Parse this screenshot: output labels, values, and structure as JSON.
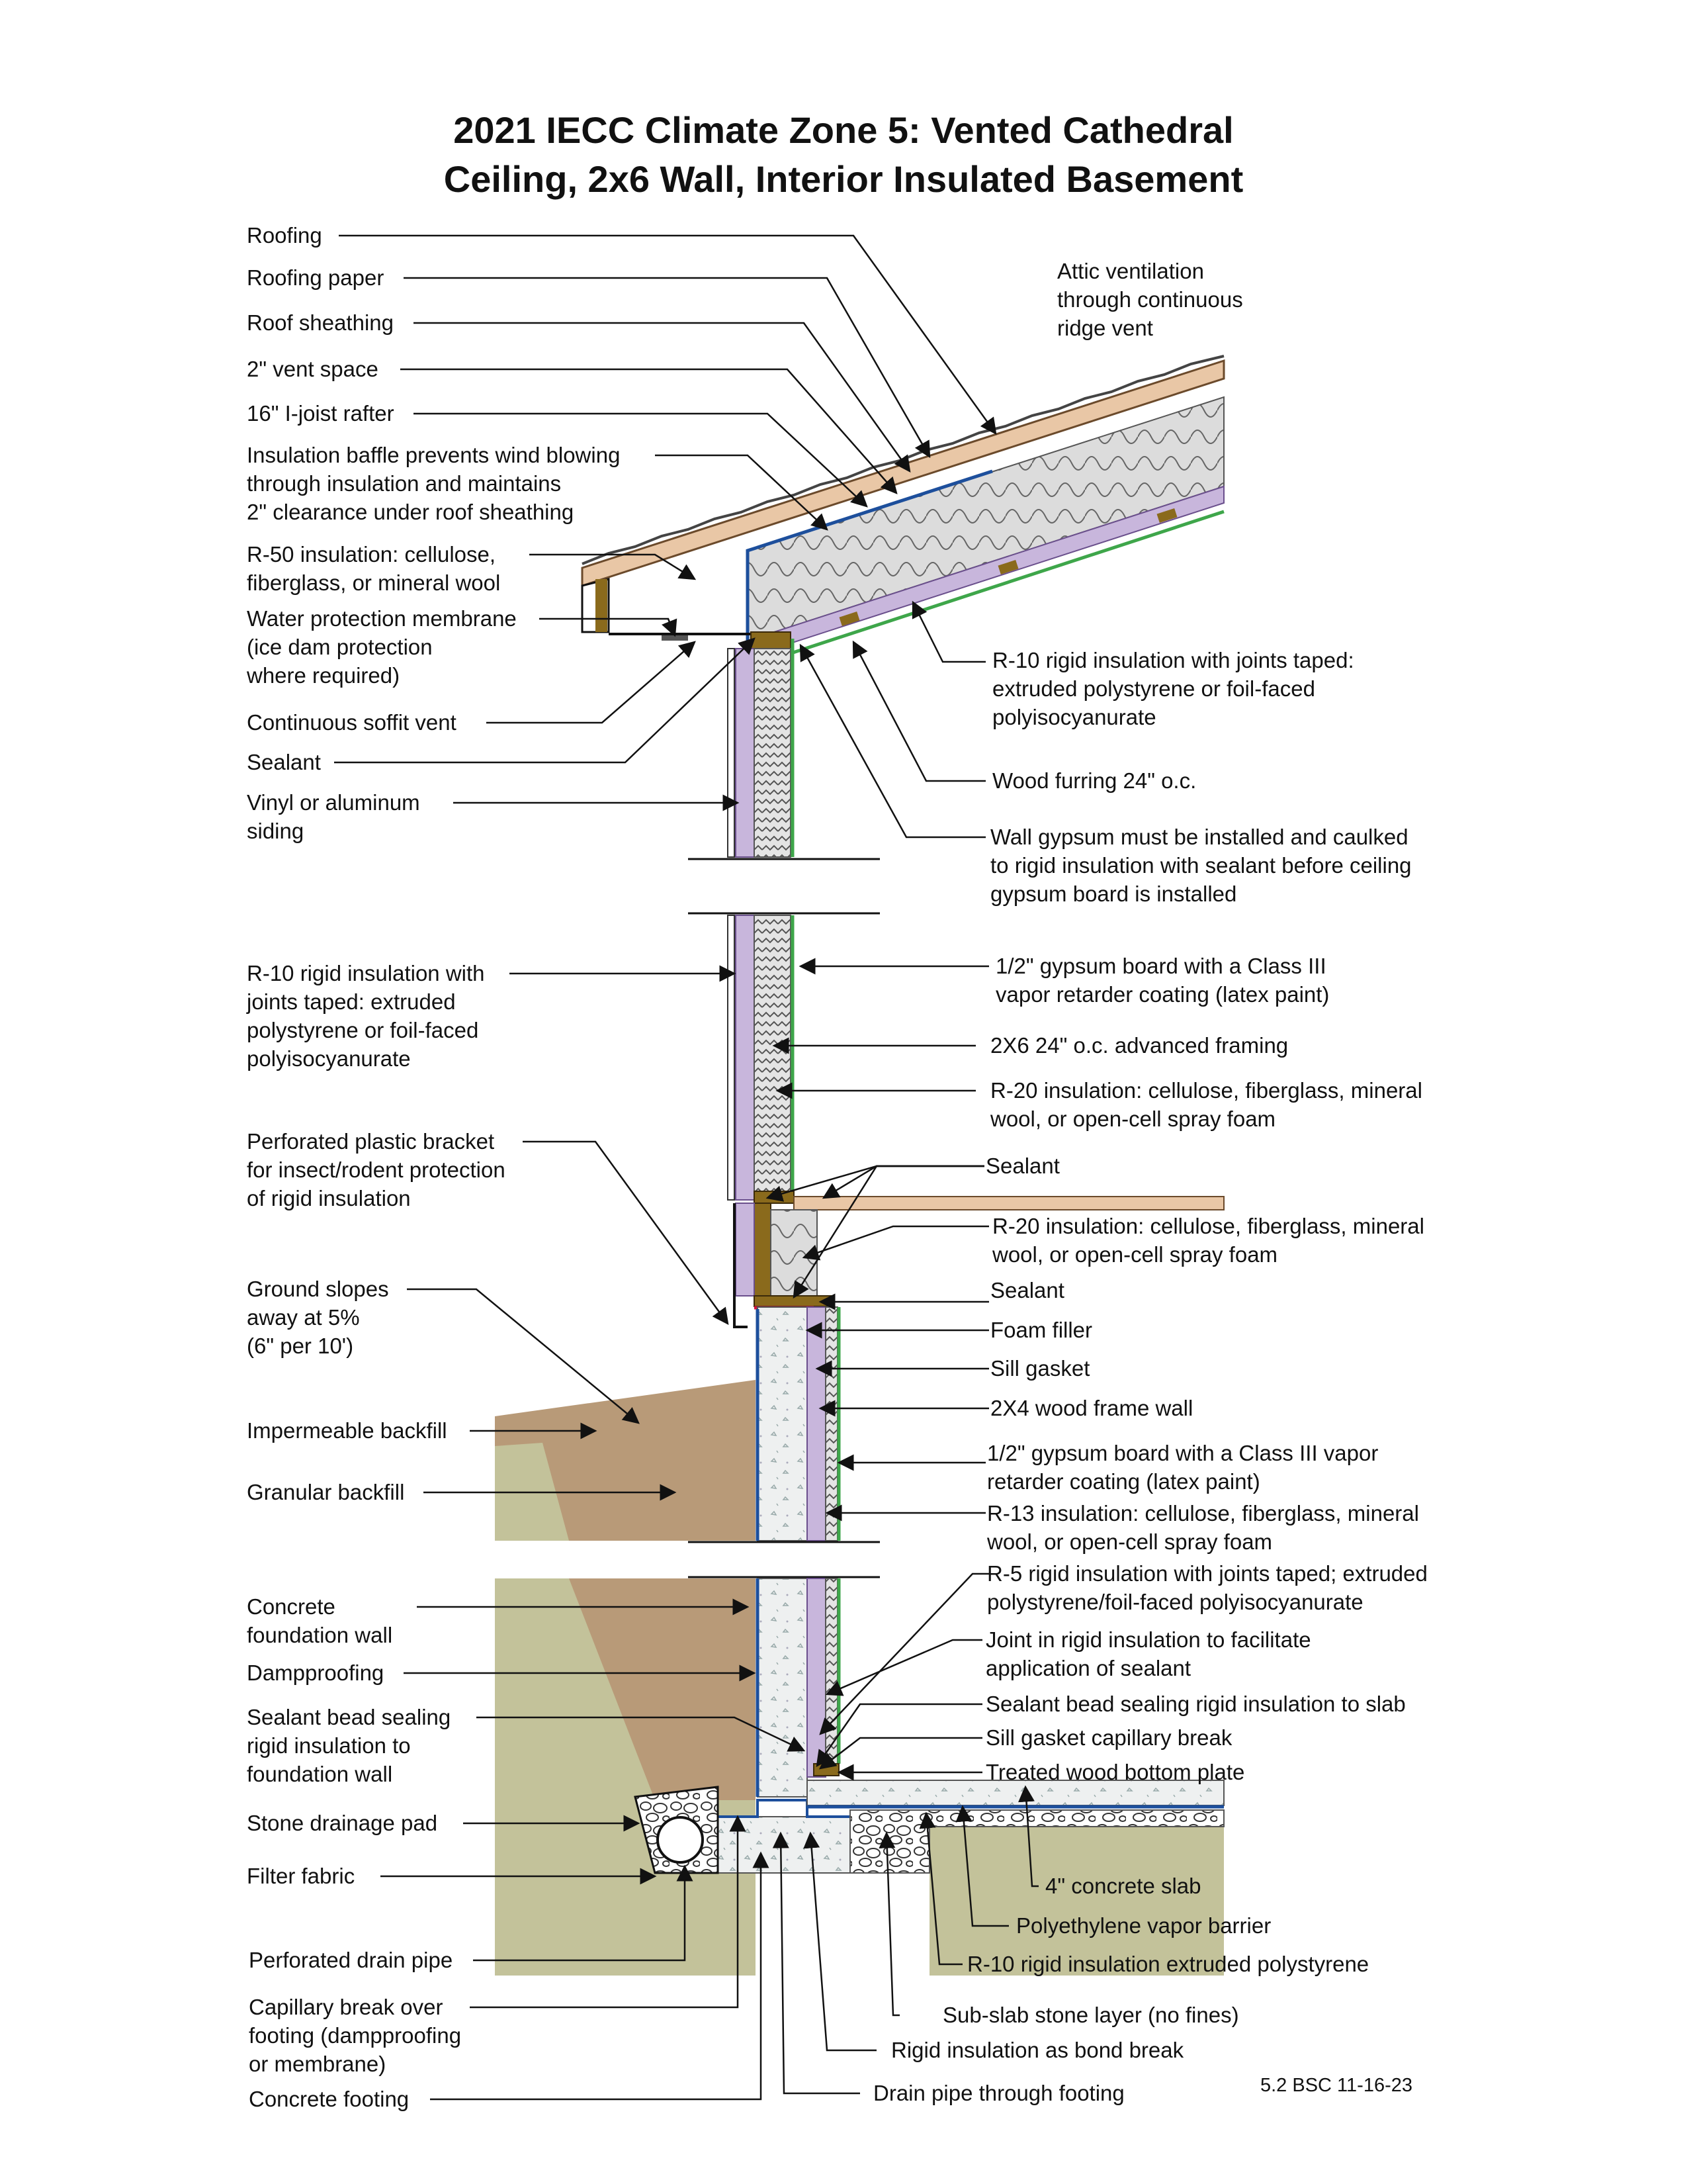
{
  "title": {
    "line1": "2021 IECC Climate Zone 5: Vented Cathedral",
    "line2": "Ceiling, 2x6 Wall, Interior Insulated Basement"
  },
  "footer": "5.2 BSC 11-16-23",
  "labels_left": [
    {
      "id": "roofing",
      "lines": [
        "Roofing"
      ]
    },
    {
      "id": "roofing-paper",
      "lines": [
        "Roofing paper"
      ]
    },
    {
      "id": "roof-sheathing",
      "lines": [
        "Roof sheathing"
      ]
    },
    {
      "id": "vent-space",
      "lines": [
        "2\" vent space"
      ]
    },
    {
      "id": "i-joist-rafter",
      "lines": [
        "16\" I-joist rafter"
      ]
    },
    {
      "id": "insulation-baffle",
      "lines": [
        "Insulation baffle prevents wind blowing",
        "through insulation and maintains",
        "2\" clearance under roof sheathing"
      ]
    },
    {
      "id": "r50-insulation",
      "lines": [
        "R-50 insulation: cellulose,",
        "fiberglass, or mineral wool"
      ]
    },
    {
      "id": "water-protection-membrane",
      "lines": [
        "Water protection membrane",
        "(ice dam protection",
        "where required)"
      ]
    },
    {
      "id": "soffit-vent",
      "lines": [
        "Continuous soffit vent"
      ]
    },
    {
      "id": "sealant-eave",
      "lines": [
        "Sealant"
      ]
    },
    {
      "id": "siding",
      "lines": [
        "Vinyl or aluminum",
        "siding"
      ]
    },
    {
      "id": "r10-wall-rigid",
      "lines": [
        "R-10 rigid insulation with",
        "joints taped: extruded",
        "polystyrene or foil-faced",
        "polyisocyanurate"
      ]
    },
    {
      "id": "plastic-bracket",
      "lines": [
        "Perforated plastic bracket",
        "for insect/rodent protection",
        "of rigid insulation"
      ]
    },
    {
      "id": "ground-slope",
      "lines": [
        "Ground slopes",
        "away at 5%",
        "(6\" per 10')"
      ]
    },
    {
      "id": "impermeable-backfill",
      "lines": [
        "Impermeable backfill"
      ]
    },
    {
      "id": "granular-backfill",
      "lines": [
        "Granular backfill"
      ]
    },
    {
      "id": "foundation-wall",
      "lines": [
        "Concrete",
        "foundation wall"
      ]
    },
    {
      "id": "dampproofing",
      "lines": [
        "Dampproofing"
      ]
    },
    {
      "id": "sealant-bead-foundation",
      "lines": [
        "Sealant bead sealing",
        "rigid insulation to",
        "foundation wall"
      ]
    },
    {
      "id": "stone-drainage-pad",
      "lines": [
        "Stone drainage pad"
      ]
    },
    {
      "id": "filter-fabric",
      "lines": [
        "Filter fabric"
      ]
    },
    {
      "id": "drain-pipe",
      "lines": [
        "Perforated drain pipe"
      ]
    },
    {
      "id": "capillary-break-footing",
      "lines": [
        "Capillary break over",
        "footing (dampproofing",
        "or membrane)"
      ]
    },
    {
      "id": "concrete-footing",
      "lines": [
        "Concrete footing"
      ]
    }
  ],
  "labels_right": [
    {
      "id": "attic-ventilation",
      "lines": [
        "Attic ventilation",
        "through continuous",
        "ridge vent"
      ]
    },
    {
      "id": "r10-roof-rigid",
      "lines": [
        "R-10 rigid insulation with joints taped:",
        "extruded polystyrene or foil-faced",
        "polyisocyanurate"
      ]
    },
    {
      "id": "wood-furring",
      "lines": [
        "Wood furring 24\" o.c."
      ]
    },
    {
      "id": "wall-gypsum-note",
      "lines": [
        "Wall gypsum must be installed and caulked",
        "to rigid insulation with sealant before ceiling",
        "gypsum board is installed"
      ]
    },
    {
      "id": "gypsum-board-wall",
      "lines": [
        "1/2\" gypsum board with a Class III",
        "vapor retarder coating (latex paint)"
      ]
    },
    {
      "id": "advanced-framing",
      "lines": [
        "2X6 24\" o.c. advanced framing"
      ]
    },
    {
      "id": "r20-wall",
      "lines": [
        "R-20 insulation: cellulose, fiberglass, mineral",
        "wool, or open-cell spray foam"
      ]
    },
    {
      "id": "sealant-rim",
      "lines": [
        "Sealant"
      ]
    },
    {
      "id": "r20-rim",
      "lines": [
        "R-20 insulation: cellulose, fiberglass, mineral",
        "wool, or open-cell spray foam"
      ]
    },
    {
      "id": "sealant-sill",
      "lines": [
        "Sealant"
      ]
    },
    {
      "id": "foam-filler",
      "lines": [
        "Foam filler"
      ]
    },
    {
      "id": "sill-gasket",
      "lines": [
        "Sill gasket"
      ]
    },
    {
      "id": "frame-wall-2x4",
      "lines": [
        "2X4 wood frame wall"
      ]
    },
    {
      "id": "gypsum-board-basement",
      "lines": [
        "1/2\" gypsum board with a Class III vapor",
        "retarder coating (latex paint)"
      ]
    },
    {
      "id": "r13-insulation",
      "lines": [
        "R-13 insulation: cellulose, fiberglass, mineral",
        "wool, or open-cell spray foam"
      ]
    },
    {
      "id": "r5-rigid",
      "lines": [
        "R-5 rigid insulation with joints taped; extruded",
        "polystyrene/foil-faced polyisocyanurate"
      ]
    },
    {
      "id": "joint-rigid",
      "lines": [
        "Joint in rigid insulation to facilitate",
        "application of sealant"
      ]
    },
    {
      "id": "sealant-bead-slab",
      "lines": [
        "Sealant bead sealing rigid insulation to slab"
      ]
    },
    {
      "id": "sill-gasket-capillary",
      "lines": [
        "Sill gasket capillary break"
      ]
    },
    {
      "id": "bottom-plate",
      "lines": [
        "Treated wood bottom plate"
      ]
    },
    {
      "id": "concrete-slab",
      "lines": [
        "4\" concrete slab"
      ]
    },
    {
      "id": "vapor-barrier",
      "lines": [
        "Polyethylene vapor barrier"
      ]
    },
    {
      "id": "r10-slab",
      "lines": [
        "R-10 rigid insulation extruded polystyrene"
      ]
    },
    {
      "id": "sub-slab-stone",
      "lines": [
        "Sub-slab stone layer (no fines)"
      ]
    },
    {
      "id": "bond-break",
      "lines": [
        "Rigid insulation as bond break"
      ]
    },
    {
      "id": "drain-through-footing",
      "lines": [
        "Drain pipe through footing"
      ]
    }
  ],
  "colors": {
    "roof_sheathing": "#e9c7a6",
    "batt": "#dcdcdc",
    "rigid": "#c8b6dc",
    "framing": "#8a6a1c",
    "membrane": "#1d4f9c",
    "gypsum": "#3ea64a",
    "sealant": "#d4143b",
    "concrete": "#eef0f0",
    "impermeable": "#b89a78",
    "granular": "#c3c29a",
    "backfill_tan": "#b89a78",
    "stone": "#ffffff"
  }
}
